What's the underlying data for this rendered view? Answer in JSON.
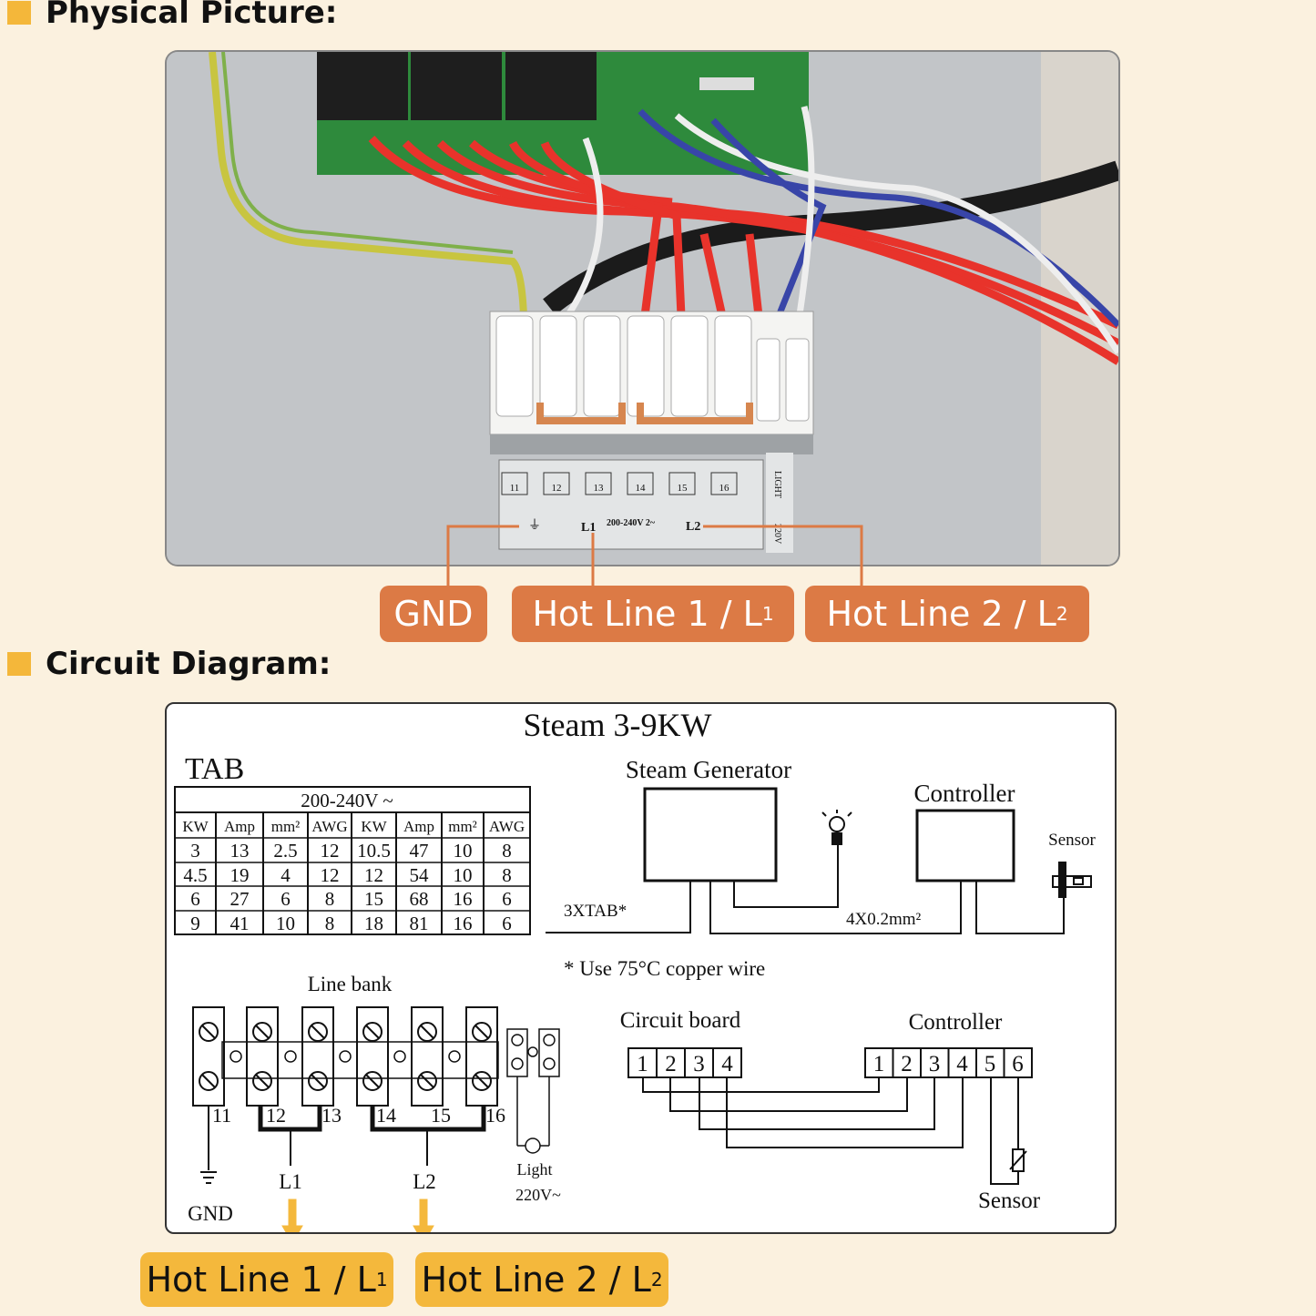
{
  "headings": {
    "physical": "Physical Picture:",
    "circuit": "Circuit Diagram:"
  },
  "photo": {
    "label_plate": {
      "terminals": [
        "11",
        "12",
        "13",
        "14",
        "15",
        "16"
      ],
      "l1": "L1",
      "voltage": "200-240V  2~",
      "l2": "L2",
      "light": "LIGHT",
      "light_voltage": "220V"
    },
    "callouts": {
      "gnd": "GND",
      "hot1": "Hot Line 1 / L",
      "hot1_sub": "1",
      "hot2": "Hot Line 2 / L",
      "hot2_sub": "2"
    },
    "colors": {
      "wire_red": "#e8332b",
      "wire_blue": "#3845a8",
      "board_green": "#2e8a3c",
      "accent": "#dc7a45"
    }
  },
  "diagram": {
    "title": "Steam 3-9KW",
    "tab_label": "TAB",
    "table": {
      "voltage_header": "200-240V ~",
      "columns": [
        "KW",
        "Amp",
        "mm²",
        "AWG",
        "KW",
        "Amp",
        "mm²",
        "AWG"
      ],
      "rows": [
        [
          "3",
          "13",
          "2.5",
          "12",
          "10.5",
          "47",
          "10",
          "8"
        ],
        [
          "4.5",
          "19",
          "4",
          "12",
          "12",
          "54",
          "10",
          "8"
        ],
        [
          "6",
          "27",
          "6",
          "8",
          "15",
          "68",
          "16",
          "6"
        ],
        [
          "9",
          "41",
          "10",
          "8",
          "18",
          "81",
          "16",
          "6"
        ]
      ]
    },
    "steam_generator": "Steam Generator",
    "controller": "Controller",
    "sensor": "Sensor",
    "cable_left": "3XTAB*",
    "cable_right": "4X0.2mm²",
    "copper_note": "* Use 75°C copper wire",
    "line_bank": "Line bank",
    "terminal_labels": [
      "11",
      "12",
      "13",
      "14",
      "15",
      "16"
    ],
    "gnd": "GND",
    "l1": "L1",
    "l2": "L2",
    "light": "Light",
    "light_voltage": "220V~",
    "circuit_board": "Circuit board",
    "controller2": "Controller",
    "board_pins": [
      "1",
      "2",
      "3",
      "4"
    ],
    "controller_pins": [
      "1",
      "2",
      "3",
      "4",
      "5",
      "6"
    ],
    "sensor2": "Sensor"
  },
  "bottom_tags": {
    "hot1": "Hot Line 1 / L",
    "hot1_sub": "1",
    "hot2": "Hot Line 2 / L",
    "hot2_sub": "2"
  }
}
